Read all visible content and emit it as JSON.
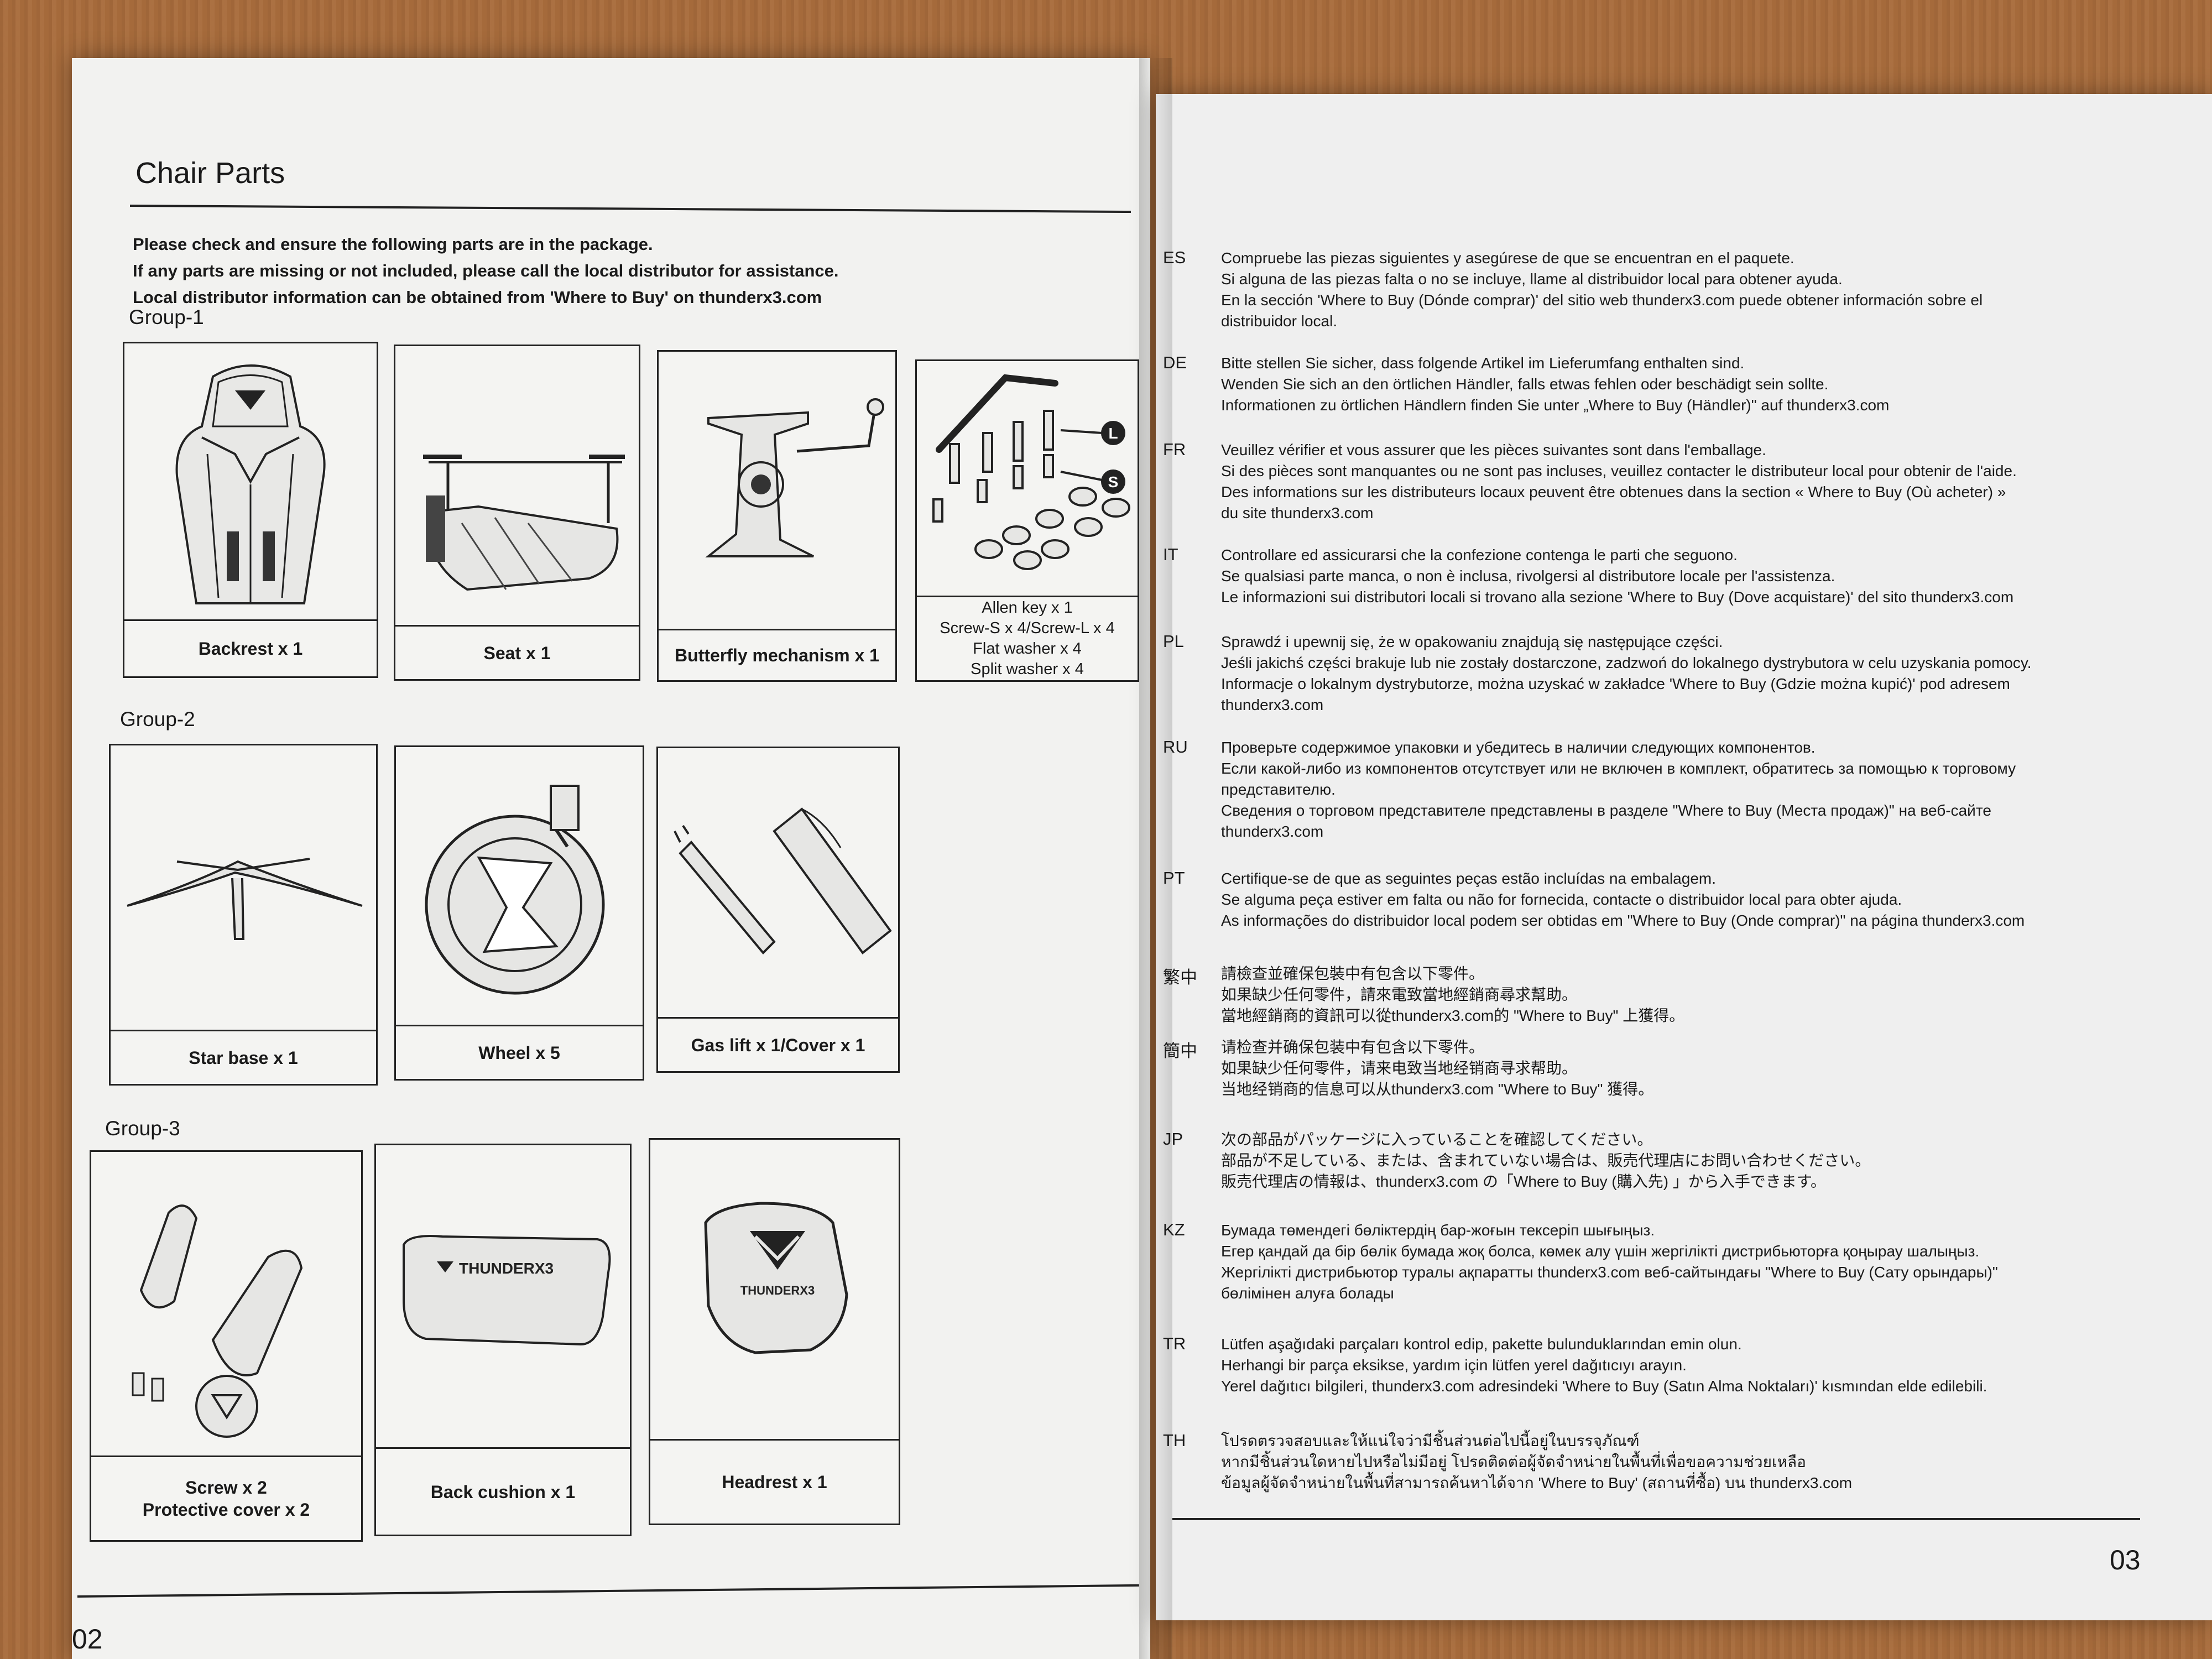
{
  "left": {
    "title": "Chair Parts",
    "intro": [
      "Please check and ensure the following parts are in the package.",
      "If any parts are missing or not included, please call the local distributor for assistance.",
      "Local distributor information can be obtained from 'Where to Buy' on thunderx3.com"
    ],
    "groups": [
      "Group-1",
      "Group-2",
      "Group-3"
    ],
    "group1": {
      "backrest": "Backrest x 1",
      "seat": "Seat x 1",
      "butterfly": "Butterfly mechanism x 1",
      "hardware": [
        "Allen key x 1",
        "Screw-S x 4/Screw-L x 4",
        "Flat washer x 4",
        "Split washer x 4"
      ],
      "screw_l_marker": "L",
      "screw_s_marker": "S"
    },
    "group2": {
      "starbase": "Star base x 1",
      "wheel": "Wheel x 5",
      "gaslift": "Gas lift  x 1/Cover  x 1"
    },
    "group3": {
      "screw": [
        "Screw x 2",
        "Protective cover x 2"
      ],
      "backcushion": "Back cushion x 1",
      "headrest": "Headrest x 1",
      "brand_text": "THUNDERX3"
    },
    "page_number": "02"
  },
  "right": {
    "page_number": "03",
    "sections": [
      {
        "code": "ES",
        "lines": [
          "Compruebe las piezas siguientes y asegúrese de que se encuentran en el paquete.",
          "Si alguna de las piezas falta o no se incluye, llame al distribuidor local para obtener ayuda.",
          "En la sección 'Where to Buy (Dónde comprar)' del sitio web thunderx3.com puede obtener información sobre el",
          "distribuidor local."
        ]
      },
      {
        "code": "DE",
        "lines": [
          "Bitte stellen Sie sicher, dass folgende Artikel im Lieferumfang enthalten sind.",
          "Wenden Sie sich an den örtlichen Händler, falls etwas fehlen oder beschädigt sein sollte.",
          "Informationen zu örtlichen Händlern finden Sie unter „Where to Buy (Händler)\" auf thunderx3.com"
        ]
      },
      {
        "code": "FR",
        "lines": [
          "Veuillez vérifier et vous assurer que les pièces suivantes sont dans l'emballage.",
          "Si des pièces sont manquantes ou ne sont pas incluses, veuillez contacter le distributeur local pour obtenir de l'aide.",
          "Des informations sur les distributeurs locaux peuvent être obtenues dans la section « Where to Buy (Où acheter) »",
          "du site thunderx3.com"
        ]
      },
      {
        "code": "IT",
        "lines": [
          "Controllare ed assicurarsi che la confezione contenga le parti che seguono.",
          "Se qualsiasi parte manca, o non è inclusa, rivolgersi al distributore locale per l'assistenza.",
          "Le informazioni sui distributori locali si trovano alla sezione 'Where to Buy (Dove acquistare)' del sito thunderx3.com"
        ]
      },
      {
        "code": "PL",
        "lines": [
          "Sprawdź i upewnij się, że w opakowaniu znajdują się następujące części.",
          "Jeśli jakichś części brakuje lub nie zostały dostarczone, zadzwoń do lokalnego dystrybutora w celu uzyskania pomocy.",
          "Informacje o lokalnym dystrybutorze, można uzyskać w zakładce 'Where to Buy (Gdzie można kupić)' pod adresem",
          "thunderx3.com"
        ]
      },
      {
        "code": "RU",
        "lines": [
          "Проверьте содержимое упаковки и убедитесь в наличии следующих компонентов.",
          "Если какой-либо из компонентов отсутствует или не включен в комплект, обратитесь за помощью к торговому",
          "представителю.",
          "Сведения о торговом представителе представлены в разделе \"Where to Buy (Места продаж)\" на веб-сайте",
          "thunderx3.com"
        ]
      },
      {
        "code": "PT",
        "lines": [
          "Certifique-se de que as seguintes peças estão incluídas na embalagem.",
          "Se alguma peça estiver em falta ou não for fornecida, contacte o distribuidor local para obter ajuda.",
          "As informações do distribuidor local podem ser obtidas em \"Where to Buy (Onde comprar)\" na página thunderx3.com"
        ]
      },
      {
        "code": "繁中",
        "lines": [
          "請檢查並確保包裝中有包含以下零件。",
          "如果缺少任何零件，請來電致當地經銷商尋求幫助。",
          "當地經銷商的資訊可以從thunderx3.com的 \"Where to Buy\" 上獲得。"
        ]
      },
      {
        "code": "簡中",
        "lines": [
          "请检查并确保包装中有包含以下零件。",
          "如果缺少任何零件，请来电致当地经销商寻求帮助。",
          "当地经销商的信息可以从thunderx3.com \"Where to Buy\" 獲得。"
        ]
      },
      {
        "code": "JP",
        "lines": [
          "次の部品がパッケージに入っていることを確認してください。",
          "部品が不足している、または、含まれていない場合は、販売代理店にお問い合わせください。",
          "販売代理店の情報は、thunderx3.com の「Where to Buy (購入先) 」から入手できます。"
        ]
      },
      {
        "code": "KZ",
        "lines": [
          "Бумада төмендегі бөліктердің бар-жоғын тексеріп шығыңыз.",
          "Егер қандай да бір бөлік бумада жоқ болса, көмек алу үшін жергілікті дистрибьюторға қоңырау шалыңыз.",
          "Жергілікті дистрибьютор туралы ақпаратты thunderx3.com веб-сайтындағы \"Where to Buy (Сату орындары)\"",
          "бөлімінен алуға болады"
        ]
      },
      {
        "code": "TR",
        "lines": [
          "Lütfen aşağıdaki parçaları kontrol edip, pakette bulunduklarından emin olun.",
          "Herhangi bir parça eksikse, yardım için lütfen yerel dağıtıcıyı arayın.",
          "Yerel dağıtıcı bilgileri, thunderx3.com adresindeki 'Where to Buy (Satın Alma Noktaları)' kısmından elde edilebili."
        ]
      },
      {
        "code": "TH",
        "lines": [
          "โปรดตรวจสอบและให้แน่ใจว่ามีชิ้นส่วนต่อไปนี้อยู่ในบรรจุภัณฑ์",
          "หากมีชิ้นส่วนใดหายไปหรือไม่มีอยู่ โปรดติดต่อผู้จัดจำหน่ายในพื้นที่เพื่อขอความช่วยเหลือ",
          "ข้อมูลผู้จัดจำหน่ายในพื้นที่สามารถค้นหาได้จาก 'Where to Buy' (สถานที่ซื้อ) บน thunderx3.com"
        ]
      }
    ]
  }
}
